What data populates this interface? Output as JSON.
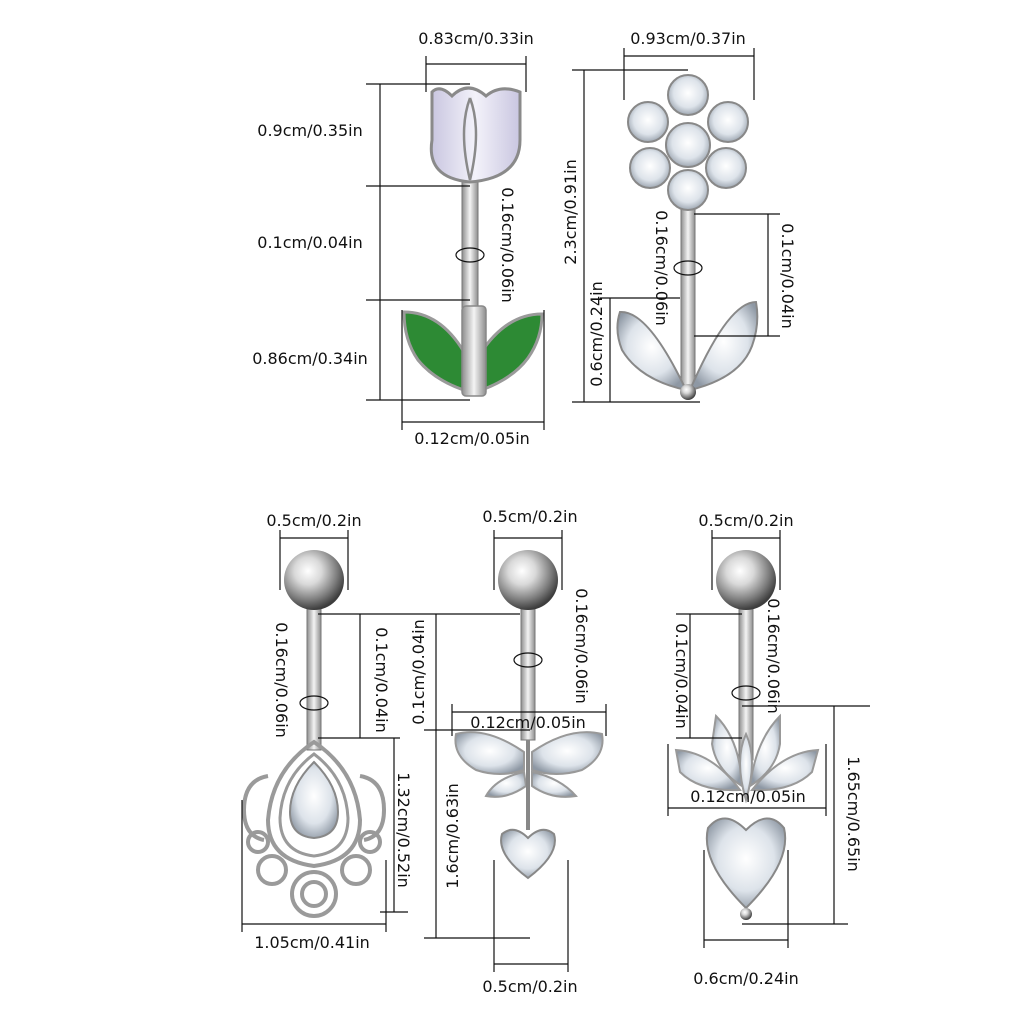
{
  "colors": {
    "background": "#ffffff",
    "dimension_line": "#111111",
    "tulip_petal": "#e6e4f2",
    "tulip_leaf": "#2d8a34",
    "metal": "#c8c8c8",
    "crystal": "#e9edf2"
  },
  "jewelry": [
    {
      "name": "tulip",
      "labels": [
        "0.83cm/0.33in",
        "0.9cm/0.35in",
        "0.1cm/0.04in",
        "0.16cm/0.06in",
        "0.86cm/0.34in",
        "0.12cm/0.05in"
      ]
    },
    {
      "name": "crystal-flower",
      "labels": [
        "0.93cm/0.37in",
        "2.3cm/0.91in",
        "0.16cm/0.06in",
        "0.1cm/0.04in",
        "0.6cm/0.24in"
      ]
    },
    {
      "name": "teardrop",
      "labels": [
        "0.5cm/0.2in",
        "0.16cm/0.06in",
        "0.1cm/0.04in",
        "1.32cm/0.52in",
        "1.05cm/0.41in"
      ]
    },
    {
      "name": "butterfly",
      "labels": [
        "0.5cm/0.2in",
        "0.16cm/0.06in",
        "0.1cm/0.04in",
        "0.12cm/0.05in",
        "1.6cm/0.63in",
        "0.5cm/0.2in"
      ]
    },
    {
      "name": "lotus-heart",
      "labels": [
        "0.5cm/0.2in",
        "0.16cm/0.06in",
        "0.1cm/0.04in",
        "1.65cm/0.65in",
        "0.12cm/0.05in",
        "0.6cm/0.24in"
      ]
    }
  ]
}
